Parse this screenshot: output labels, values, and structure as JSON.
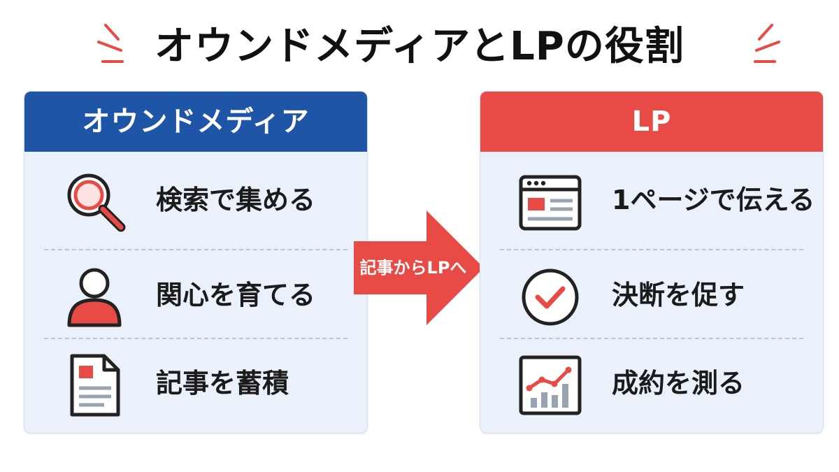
{
  "title": "オウンドメディアとLPの役割",
  "colors": {
    "blue": "#1f55a6",
    "red": "#e84a45",
    "panel_bg": "#eaf1fb",
    "ink": "#1b1b1b"
  },
  "left_panel": {
    "header": "オウンドメディア",
    "items": [
      {
        "icon": "magnifier-icon",
        "label": "検索で集める"
      },
      {
        "icon": "person-icon",
        "label": "関心を育てる"
      },
      {
        "icon": "document-icon",
        "label": "記事を蓄積"
      }
    ]
  },
  "arrow": {
    "label": "記事からLPへ"
  },
  "right_panel": {
    "header": "LP",
    "items": [
      {
        "icon": "browser-window-icon",
        "label": "1ページで伝える"
      },
      {
        "icon": "checkmark-circle-icon",
        "label": "決断を促す"
      },
      {
        "icon": "growth-chart-icon",
        "label": "成約を測る"
      }
    ]
  }
}
